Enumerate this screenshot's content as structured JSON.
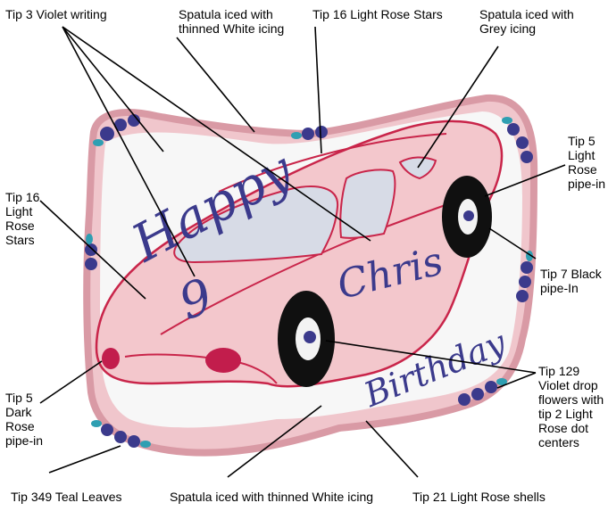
{
  "colors": {
    "cake_pink": "#f3c7cc",
    "cake_white": "#f7f7f7",
    "outline_red": "#c9254a",
    "writing_violet": "#3b3a8c",
    "tire_black": "#101010",
    "window_grey": "#d7dbe6",
    "teal_leaves": "#2f9fb2",
    "violet_flowers": "#3b3a8c",
    "headlight_rose": "#c21d4c"
  },
  "cake_writing": {
    "happy": "Happy",
    "chris": "Chris",
    "birthday": "Birthday",
    "number": "9"
  },
  "labels": {
    "tip3": "Tip 3 Violet writing",
    "spatula_top": "Spatula iced with thinned White icing",
    "tip16_top": "Tip 16 Light Rose Stars",
    "spatula_grey": "Spatula iced with Grey icing",
    "tip5_light": "Tip 5 Light Rose pipe-in",
    "tip16_left": "Tip 16 Light Rose Stars",
    "tip7": "Tip 7 Black pipe-In",
    "tip129": "Tip 129 Violet drop flowers with tip 2 Light Rose dot centers",
    "tip5_dark": "Tip 5 Dark Rose pipe-in",
    "tip349": "Tip 349 Teal Leaves",
    "spatula_bottom": "Spatula iced with thinned White icing",
    "tip21": "Tip 21 Light Rose shells"
  }
}
